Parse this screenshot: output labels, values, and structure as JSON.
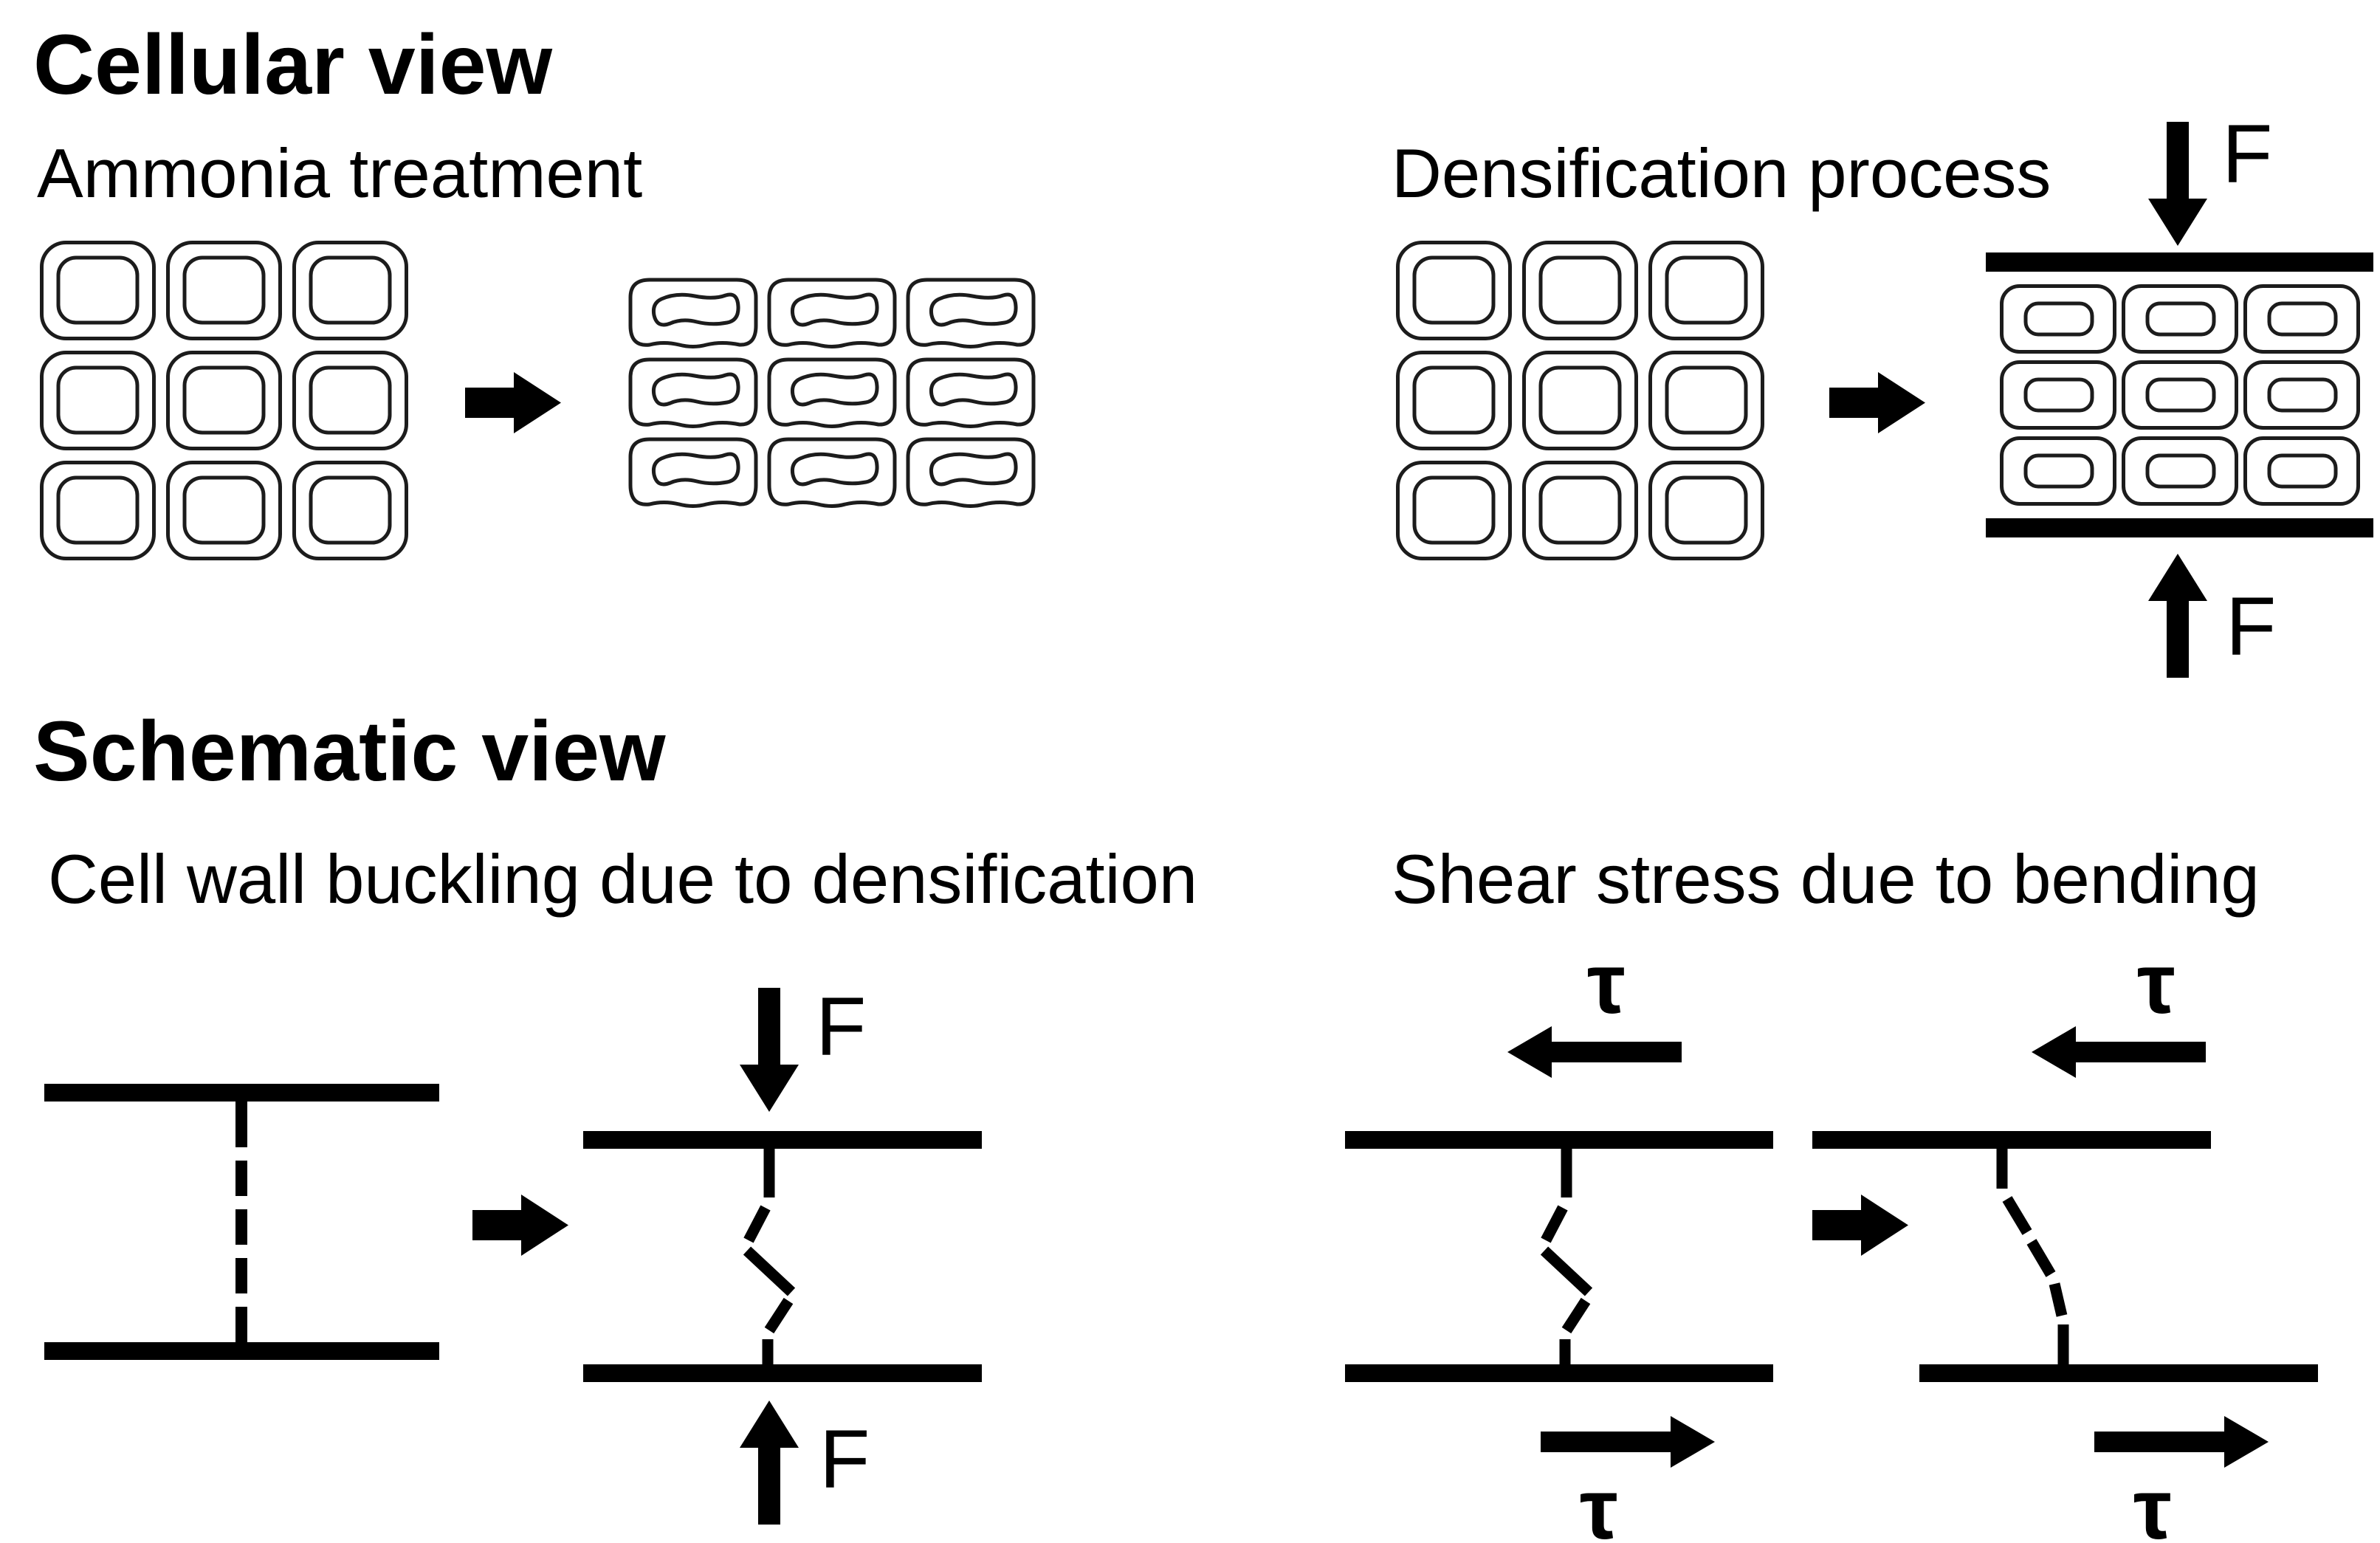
{
  "cellular_view": {
    "title": "Cellular view",
    "ammonia_treatment": {
      "label": "Ammonia treatment"
    },
    "densification_process": {
      "label": "Densification process",
      "force_top": "F",
      "force_bottom": "F"
    }
  },
  "schematic_view": {
    "title": "Schematic view",
    "cell_wall_buckling": {
      "label": "Cell wall buckling due to densification",
      "force_top": "F",
      "force_bottom": "F"
    },
    "shear_stress": {
      "label": "Shear stress due to bending",
      "tau_top_left": "τ",
      "tau_bottom_left": "τ",
      "tau_top_right": "τ",
      "tau_bottom_right": "τ"
    }
  },
  "colors": {
    "ink": "#000000",
    "background": "#ffffff"
  }
}
